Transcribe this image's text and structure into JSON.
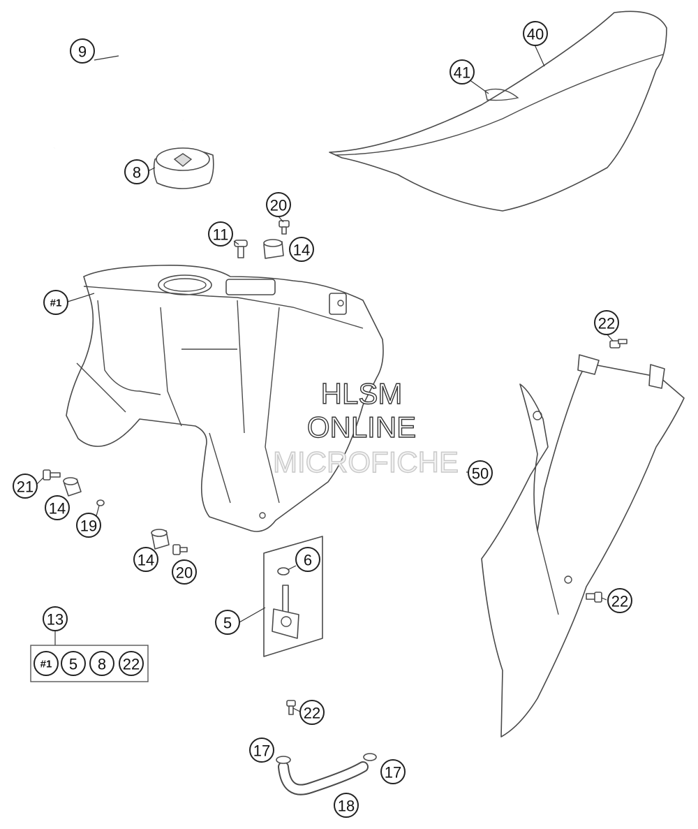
{
  "callouts": {
    "c9": "9",
    "c40": "40",
    "c41": "41",
    "c8": "8",
    "c20a": "20",
    "c11": "11",
    "c14a": "14",
    "c1": "#1",
    "c22a": "22",
    "c50": "50",
    "c21": "21",
    "c14b": "14",
    "c19": "19",
    "c14c": "14",
    "c20b": "20",
    "c6": "6",
    "c5": "5",
    "c13": "13",
    "c22b": "22",
    "c22c": "22",
    "c17a": "17",
    "c17b": "17",
    "c18": "18"
  },
  "kit13_contents": [
    "#1",
    "5",
    "8",
    "22"
  ],
  "watermark": {
    "line1": "HLSM",
    "line2": "ONLINE",
    "line3": "MICROFICHE"
  }
}
